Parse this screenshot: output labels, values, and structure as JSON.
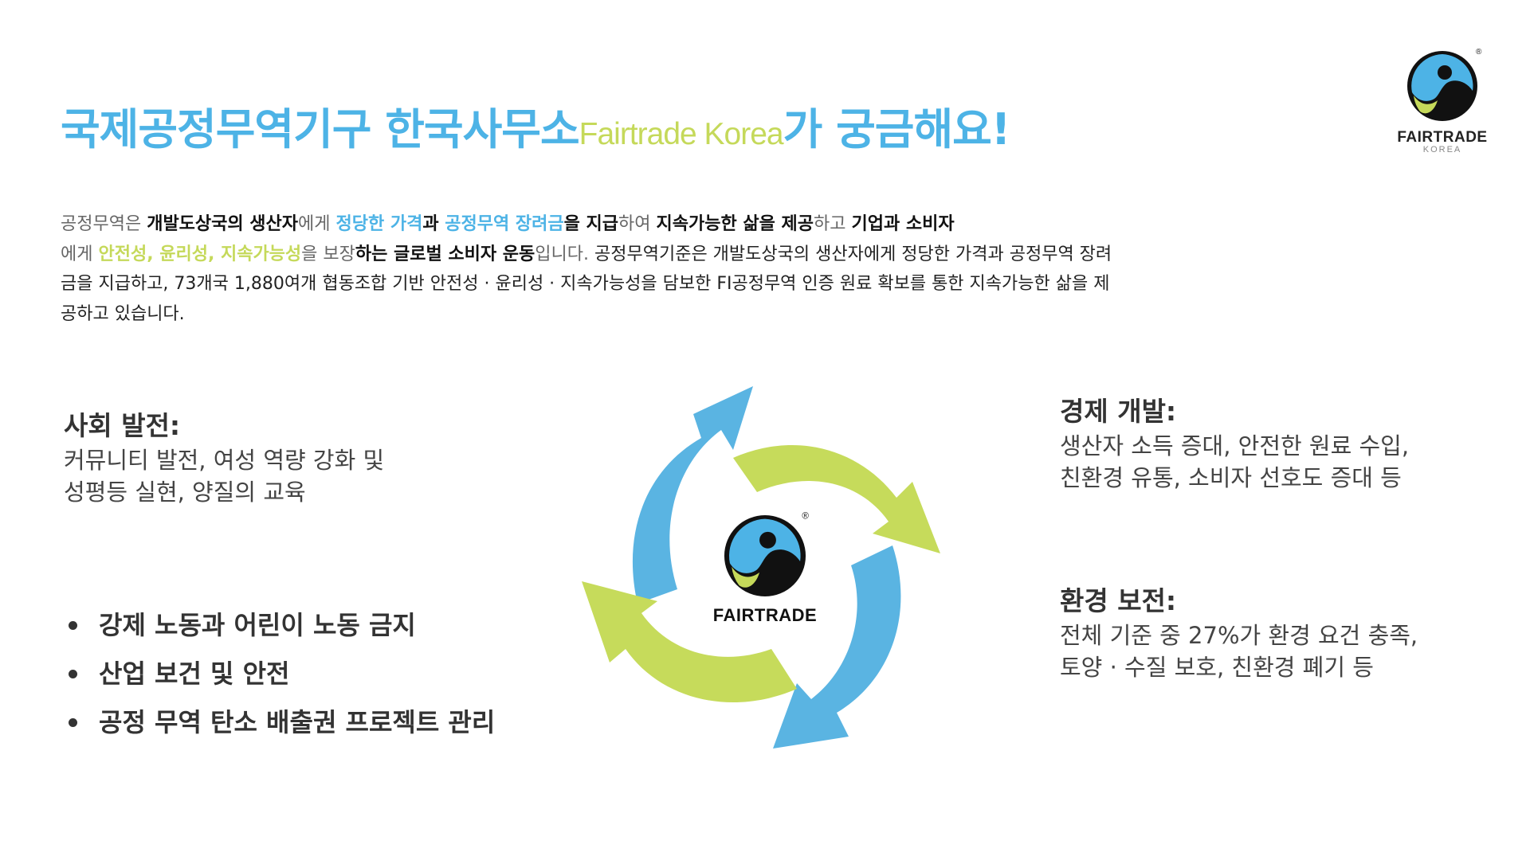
{
  "header": {
    "title_main": "국제공정무역기구 한국사무소",
    "title_en": "Fairtrade Korea",
    "title_tail": "가 궁금해요!"
  },
  "logo_corner": {
    "brand": "FAIRTRADE",
    "sub": "KOREA",
    "registered": "®"
  },
  "logo_center": {
    "brand": "FAIRTRADE",
    "registered": "®"
  },
  "intro": {
    "s1": "공정무역은 ",
    "s2": "개발도상국의 생산자",
    "s3": "에게 ",
    "s4": "정당한 가격",
    "s5": "과 ",
    "s6": "공정무역 장려금",
    "s7": "을 지급",
    "s8": "하여 ",
    "s9": "지속가능한 삶을 제공",
    "s10": "하고 ",
    "s11": "기업과 소비자",
    "s12": "에게 ",
    "s13": "안전성, 윤리성, 지속가능성",
    "s14": "을 보장",
    "s15": "하는 글로벌 소비자 운동",
    "s16": "입니다. ",
    "s17": "공정무역기준은 개발도상국의 생산자에게 정당한 가격과 공정무역 장려금을 지급하고, 73개국 1,880여개 협동조합 기반 안전성 · 윤리성 · 지속가능성을 담보한 FI공정무역 인증 원료 확보를 통한 지속가능한 삶을 제공하고 있습니다."
  },
  "social": {
    "heading": "사회 발전:",
    "line1": "커뮤니티 발전, 여성 역량 강화 및",
    "line2": "성평등 실현, 양질의 교육"
  },
  "economic": {
    "heading": "경제 개발:",
    "line1": "생산자 소득 증대, 안전한 원료 수입,",
    "line2": "친환경 유통, 소비자 선호도 증대 등"
  },
  "environment": {
    "heading": "환경 보전:",
    "line1": "전체 기준 중 27%가 환경 요건 충족,",
    "line2": "토양 · 수질 보호, 친환경 폐기 등"
  },
  "bullets": [
    "강제 노동과 어린이 노동 금지",
    "산업 보건 및 안전",
    "공정 무역 탄소 배출권 프로젝트 관리"
  ],
  "colors": {
    "blue": "#4db3e6",
    "green": "#c5d95a",
    "text": "#333333"
  }
}
